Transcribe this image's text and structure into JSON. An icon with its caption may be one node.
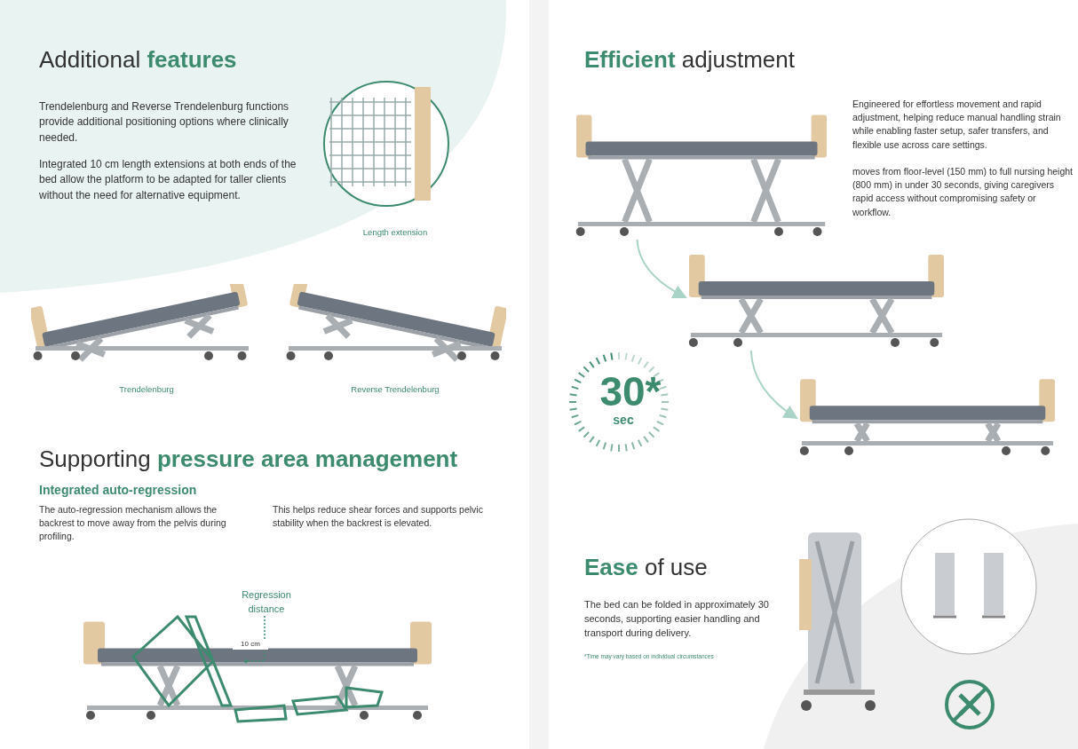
{
  "diagram": {
    "nodes": [
      {
        "text": [],
        "shape": "picture"
      },
      {
        "text": [],
        "shape": "picture"
      },
      {
        "text": [],
        "shape": "picture"
      }
    ],
    "edges": [
      {
        "from": 0,
        "to": 1,
        "arrow": "to"
      },
      {
        "from": 1,
        "to": 2,
        "arrow": "to"
      }
    ],
    "labels": [
      "Additional **features**",
      "Trendelenburg and Reverse Trendelenburg functions provide additional positioning options where clinically needed.",
      "Integrated 10 cm length extensions at both ends of the bed allow the platform to be adapted for taller clients without the need for alternative equipment.",
      "Length extension",
      "Trendelenburg",
      "Reverse Trendelenburg",
      "Supporting **pressure area management**",
      "Integrated auto-regression",
      "The auto-regression mechanism allows the backrest to move away from the pelvis during profiling.",
      "This helps reduce shear forces and supports pelvic stability when the backrest is elevated.",
      "Regression distance",
      "10 cm",
      "**Efficient** adjustment",
      "Engineered for effortless movement and rapid adjustment, helping reduce manual handling strain while enabling faster setup, safer transfers, and flexible use across care settings.",
      "moves from floor-level (150 mm) to full nursing height (800 mm) in under 30 seconds, giving caregivers rapid access without compromising safety or workflow.",
      "30*",
      "sec",
      "**Ease** of use",
      "The bed can be folded in approximately 30 seconds, supporting easier handling and transport during delivery.",
      "*Time may vary based on individual circumstances"
    ]
  }
}
